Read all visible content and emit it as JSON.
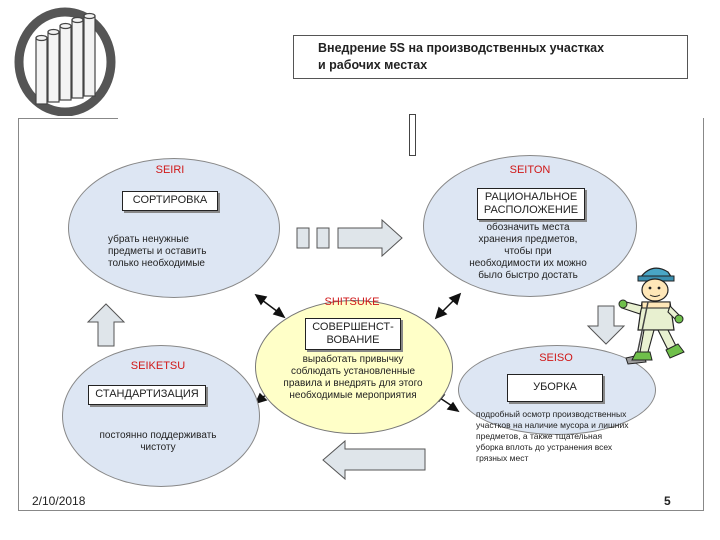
{
  "title": {
    "line1": "Внедрение 5S на производственных участках",
    "line2": "и рабочих местах"
  },
  "seiri": {
    "label": "SEIRI",
    "box": "СОРТИРОВКА",
    "desc": [
      "убрать ненужные",
      "предметы и оставить",
      "только необходимые"
    ]
  },
  "seiton": {
    "label": "SEITON",
    "box": [
      "РАЦИОНАЛЬНОЕ",
      "РАСПОЛОЖЕНИЕ"
    ],
    "desc": [
      "обозначить места",
      "хранения предметов,",
      "чтобы при",
      "необходимости их можно",
      "было быстро достать"
    ]
  },
  "shitsuke": {
    "label": "SHITSUKE",
    "box": [
      "СОВЕРШЕНСТ-",
      "ВОВАНИЕ"
    ],
    "desc": [
      "выработать привычку",
      "соблюдать установленные",
      "правила и внедрять для этого",
      "необходимые мероприятия"
    ]
  },
  "seiketsu": {
    "label": "SEIKETSU",
    "box": "СТАНДАРТИЗАЦИЯ",
    "desc": [
      "постоянно поддерживать",
      "чистоту"
    ]
  },
  "seiso": {
    "label": "SEISO",
    "box": "УБОРКА",
    "desc": [
      "подробный осмотр производственных",
      "участков на наличие мусора и лишних",
      "предметов, а также тщательная",
      "уборка вплоть до устранения всех",
      "грязных мест"
    ]
  },
  "footer": {
    "date": "2/10/2018",
    "page": "5"
  },
  "colors": {
    "ellipse_fill": "#dde6f3",
    "center_fill": "#ffffc8",
    "label_red": "#d01818",
    "arrow_fill": "#dfe5ea"
  },
  "icons": {
    "logo": "pillars-logo-icon",
    "worker": "cleaning-worker-icon"
  }
}
